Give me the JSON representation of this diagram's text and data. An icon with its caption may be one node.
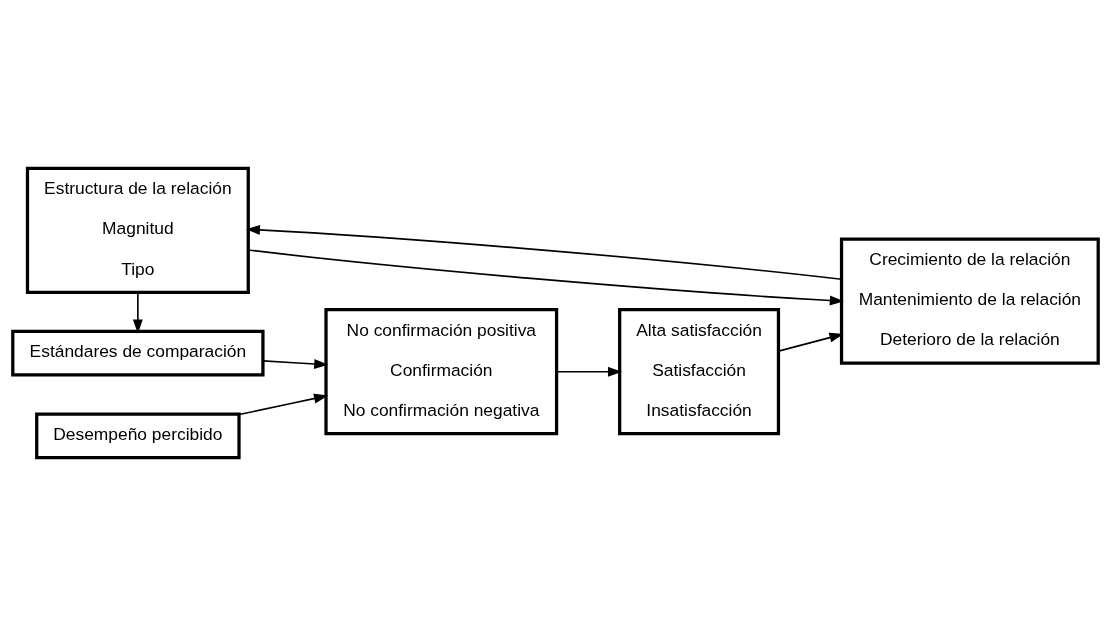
{
  "diagram": {
    "nodes": [
      {
        "text": [
          "Estructura de la relación",
          "Magnitud",
          "Tipo"
        ]
      },
      {
        "text": [
          "Estándares de comparación"
        ]
      },
      {
        "text": [
          "Desempeño percibido"
        ]
      },
      {
        "text": [
          "No confirmación positiva",
          "Confirmación",
          "No confirmación negativa"
        ]
      },
      {
        "text": [
          "Alta satisfacción",
          "Satisfacción",
          "Insatisfacción"
        ]
      },
      {
        "text": [
          "Crecimiento de la relación",
          "Mantenimiento de la relación",
          "Deterioro de la relación"
        ]
      }
    ],
    "edges": [
      {
        "from": 0,
        "to": 1,
        "arrow": "to"
      },
      {
        "from": 1,
        "to": 3,
        "arrow": "to"
      },
      {
        "from": 2,
        "to": 3,
        "arrow": "to"
      },
      {
        "from": 3,
        "to": 4,
        "arrow": "to"
      },
      {
        "from": 4,
        "to": 5,
        "arrow": "to"
      },
      {
        "from": 0,
        "to": 5,
        "arrow": "to"
      },
      {
        "from": 5,
        "to": 0,
        "arrow": "to"
      }
    ]
  }
}
